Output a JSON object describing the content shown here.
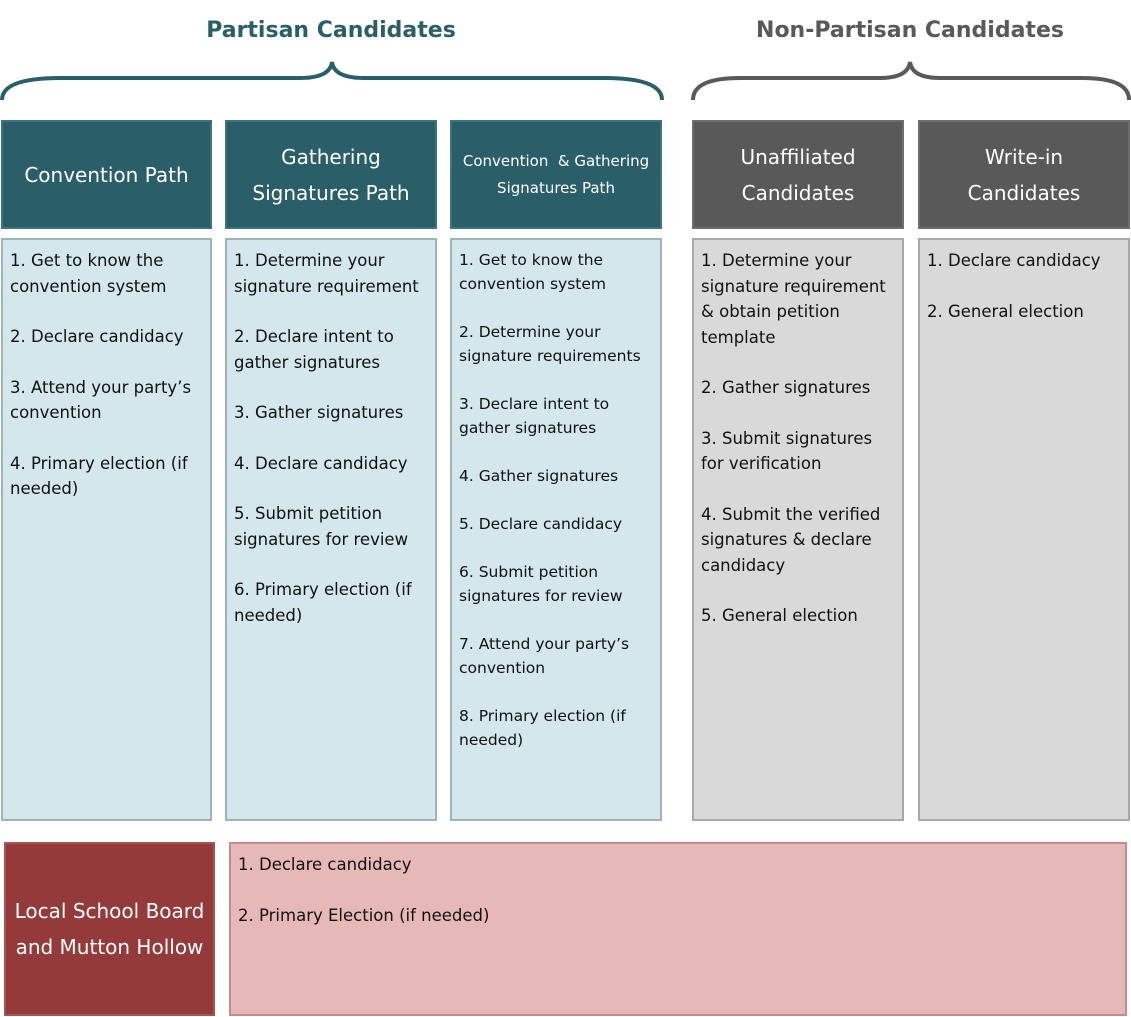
{
  "groups": {
    "partisan_title": "Partisan Candidates",
    "nonpartisan_title": "Non-Partisan Candidates"
  },
  "columns": [
    {
      "header": "Convention Path",
      "steps": [
        "1. Get to know the convention system",
        "2. Declare candidacy",
        "3. Attend your party’s convention",
        "4. Primary election (if needed)"
      ]
    },
    {
      "header": "Gathering Signatures Path",
      "steps": [
        "1. Determine your signature requirement",
        "2. Declare intent to gather signatures",
        "3. Gather signatures",
        "4. Declare candidacy",
        "5. Submit petition signatures for review",
        "6. Primary election (if needed)"
      ]
    },
    {
      "header": "Convention  & Gathering Signatures Path",
      "steps": [
        "1. Get to know the convention system",
        "2. Determine your signature requirements",
        "3. Declare intent to gather signatures",
        "4. Gather signatures",
        "5. Declare candidacy",
        "6. Submit petition signatures for review",
        "7. Attend your party’s convention",
        "8. Primary election (if needed)"
      ]
    },
    {
      "header": "Unaffiliated Candidates",
      "steps": [
        "1. Determine your signature requirement & obtain petition template",
        "2. Gather signatures",
        "3. Submit signatures for verification",
        "4. Submit the verified signatures & declare candidacy",
        "5. General election"
      ]
    },
    {
      "header": "Write-in Candidates",
      "steps": [
        "1. Declare candidacy",
        "2. General election"
      ]
    }
  ],
  "local": {
    "header": "Local School Board and Mutton Hollow",
    "steps": [
      "1. Declare candidacy",
      "2. Primary Election (if needed)"
    ]
  },
  "colors": {
    "teal": "#2a5f6a",
    "teal_light": "#d3e7ec",
    "grey": "#595959",
    "grey_light": "#d9d9d9",
    "red": "#943a3a",
    "red_light": "#e6b8b8"
  }
}
